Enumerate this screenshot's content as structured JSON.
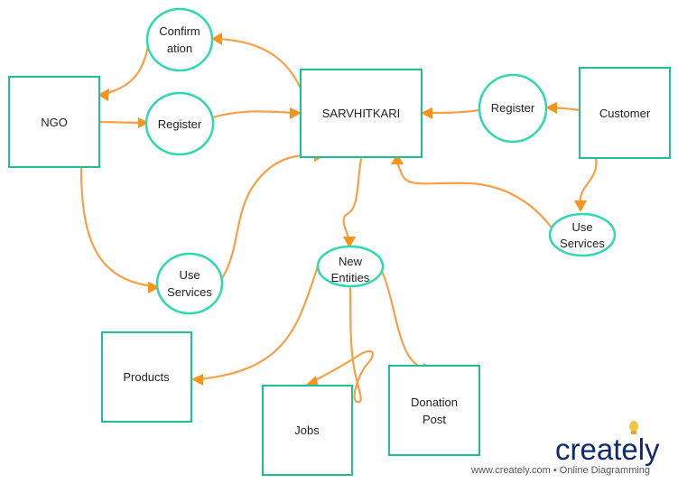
{
  "nodes": {
    "ngo": "NGO",
    "sarvhitkari": "SARVHITKARI",
    "customer": "Customer",
    "confirmation_line1": "Confirm",
    "confirmation_line2": "ation",
    "register_ngo": "Register",
    "register_customer": "Register",
    "use_services_ngo_line1": "Use",
    "use_services_ngo_line2": "Services",
    "use_services_customer_line1": "Use",
    "use_services_customer_line2": "Services",
    "new_entities_line1": "New",
    "new_entities_line2": "Entities",
    "products": "Products",
    "jobs": "Jobs",
    "donation_post_line1": "Donation",
    "donation_post_line2": "Post"
  },
  "branding": {
    "logo": "creately",
    "footer": "www.creately.com • Online Diagramming"
  },
  "colors": {
    "box_stroke": "#1fbf9a",
    "circle_stroke": "#2fd8b3",
    "connector": "#f7a04a",
    "arrowhead": "#f7941d",
    "logo_text": "#0e2a6b",
    "logo_bulb": "#f6c445"
  }
}
